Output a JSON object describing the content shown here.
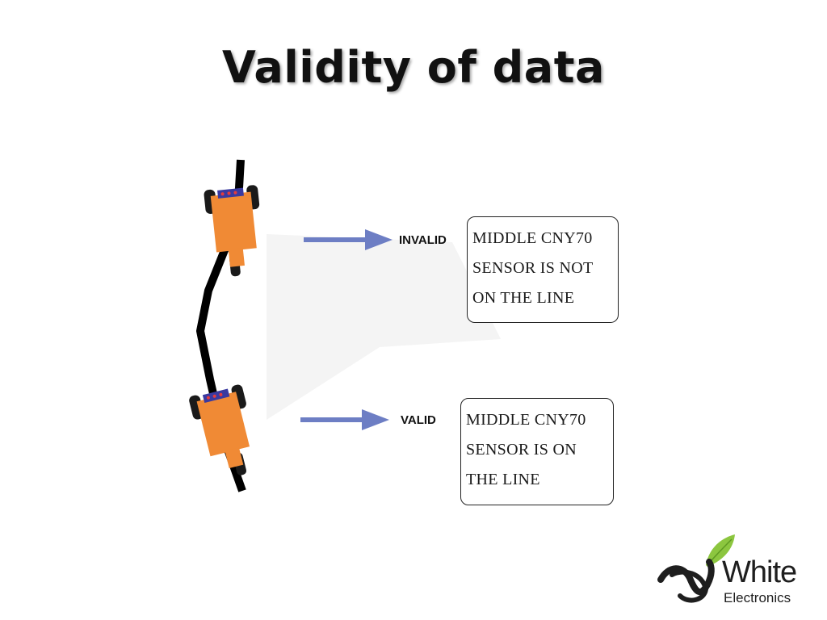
{
  "slide": {
    "title": "Validity of data"
  },
  "diagram": {
    "invalid": {
      "label": "INVALID",
      "message_lines": [
        "MIDDLE CNY70",
        "SENSOR IS NOT",
        "ON THE LINE"
      ]
    },
    "valid": {
      "label": "VALID",
      "message_lines": [
        "MIDDLE CNY70",
        "SENSOR IS ON",
        "THE LINE"
      ]
    }
  },
  "logo": {
    "word": "White",
    "subword": "Electronics"
  },
  "colors": {
    "robot_body": "#f08a35",
    "robot_wheel": "#1a1a1a",
    "track_line": "#000000",
    "arrow": "#6d7ec4",
    "sensor_board": "#3a3aa0",
    "logo_leaf": "#8cc63f"
  }
}
